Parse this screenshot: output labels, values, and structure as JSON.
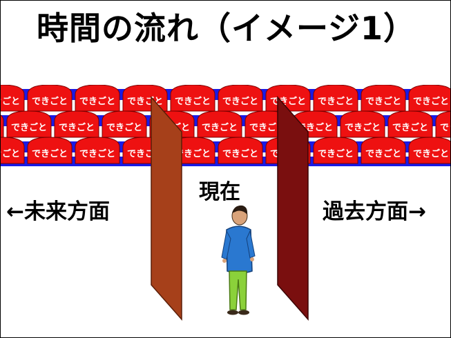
{
  "title": "時間の流れ（イメージ1）",
  "event_label": "できごと",
  "labels": {
    "future": "←未来方面",
    "now": "現在",
    "past": "過去方面→"
  },
  "colors": {
    "dome_red": "#ee1111",
    "band_blue": "#1a1ae6",
    "door_left": "#a6401a",
    "door_right": "#7a0f0f"
  }
}
